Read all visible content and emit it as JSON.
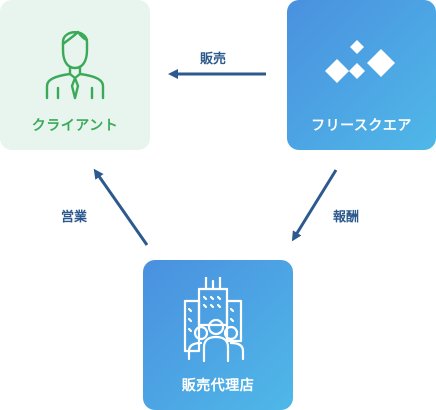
{
  "nodes": {
    "client": {
      "label": "クライアント",
      "icon": "person-icon"
    },
    "freesquare": {
      "label": "フリースクエア",
      "icon": "diamond-logo-icon"
    },
    "agency": {
      "label": "販売代理店",
      "icon": "building-people-icon"
    }
  },
  "edges": {
    "sales_to_client": {
      "label": "販売"
    },
    "reward_to_agency": {
      "label": "報酬"
    },
    "agency_to_client": {
      "label": "営業"
    }
  },
  "colors": {
    "client_bg": "#e8f4ee",
    "client_accent": "#3aaa58",
    "brand_gradient_start": "#4a90df",
    "brand_gradient_end": "#4fb8e8",
    "arrow": "#2d5a8e"
  }
}
